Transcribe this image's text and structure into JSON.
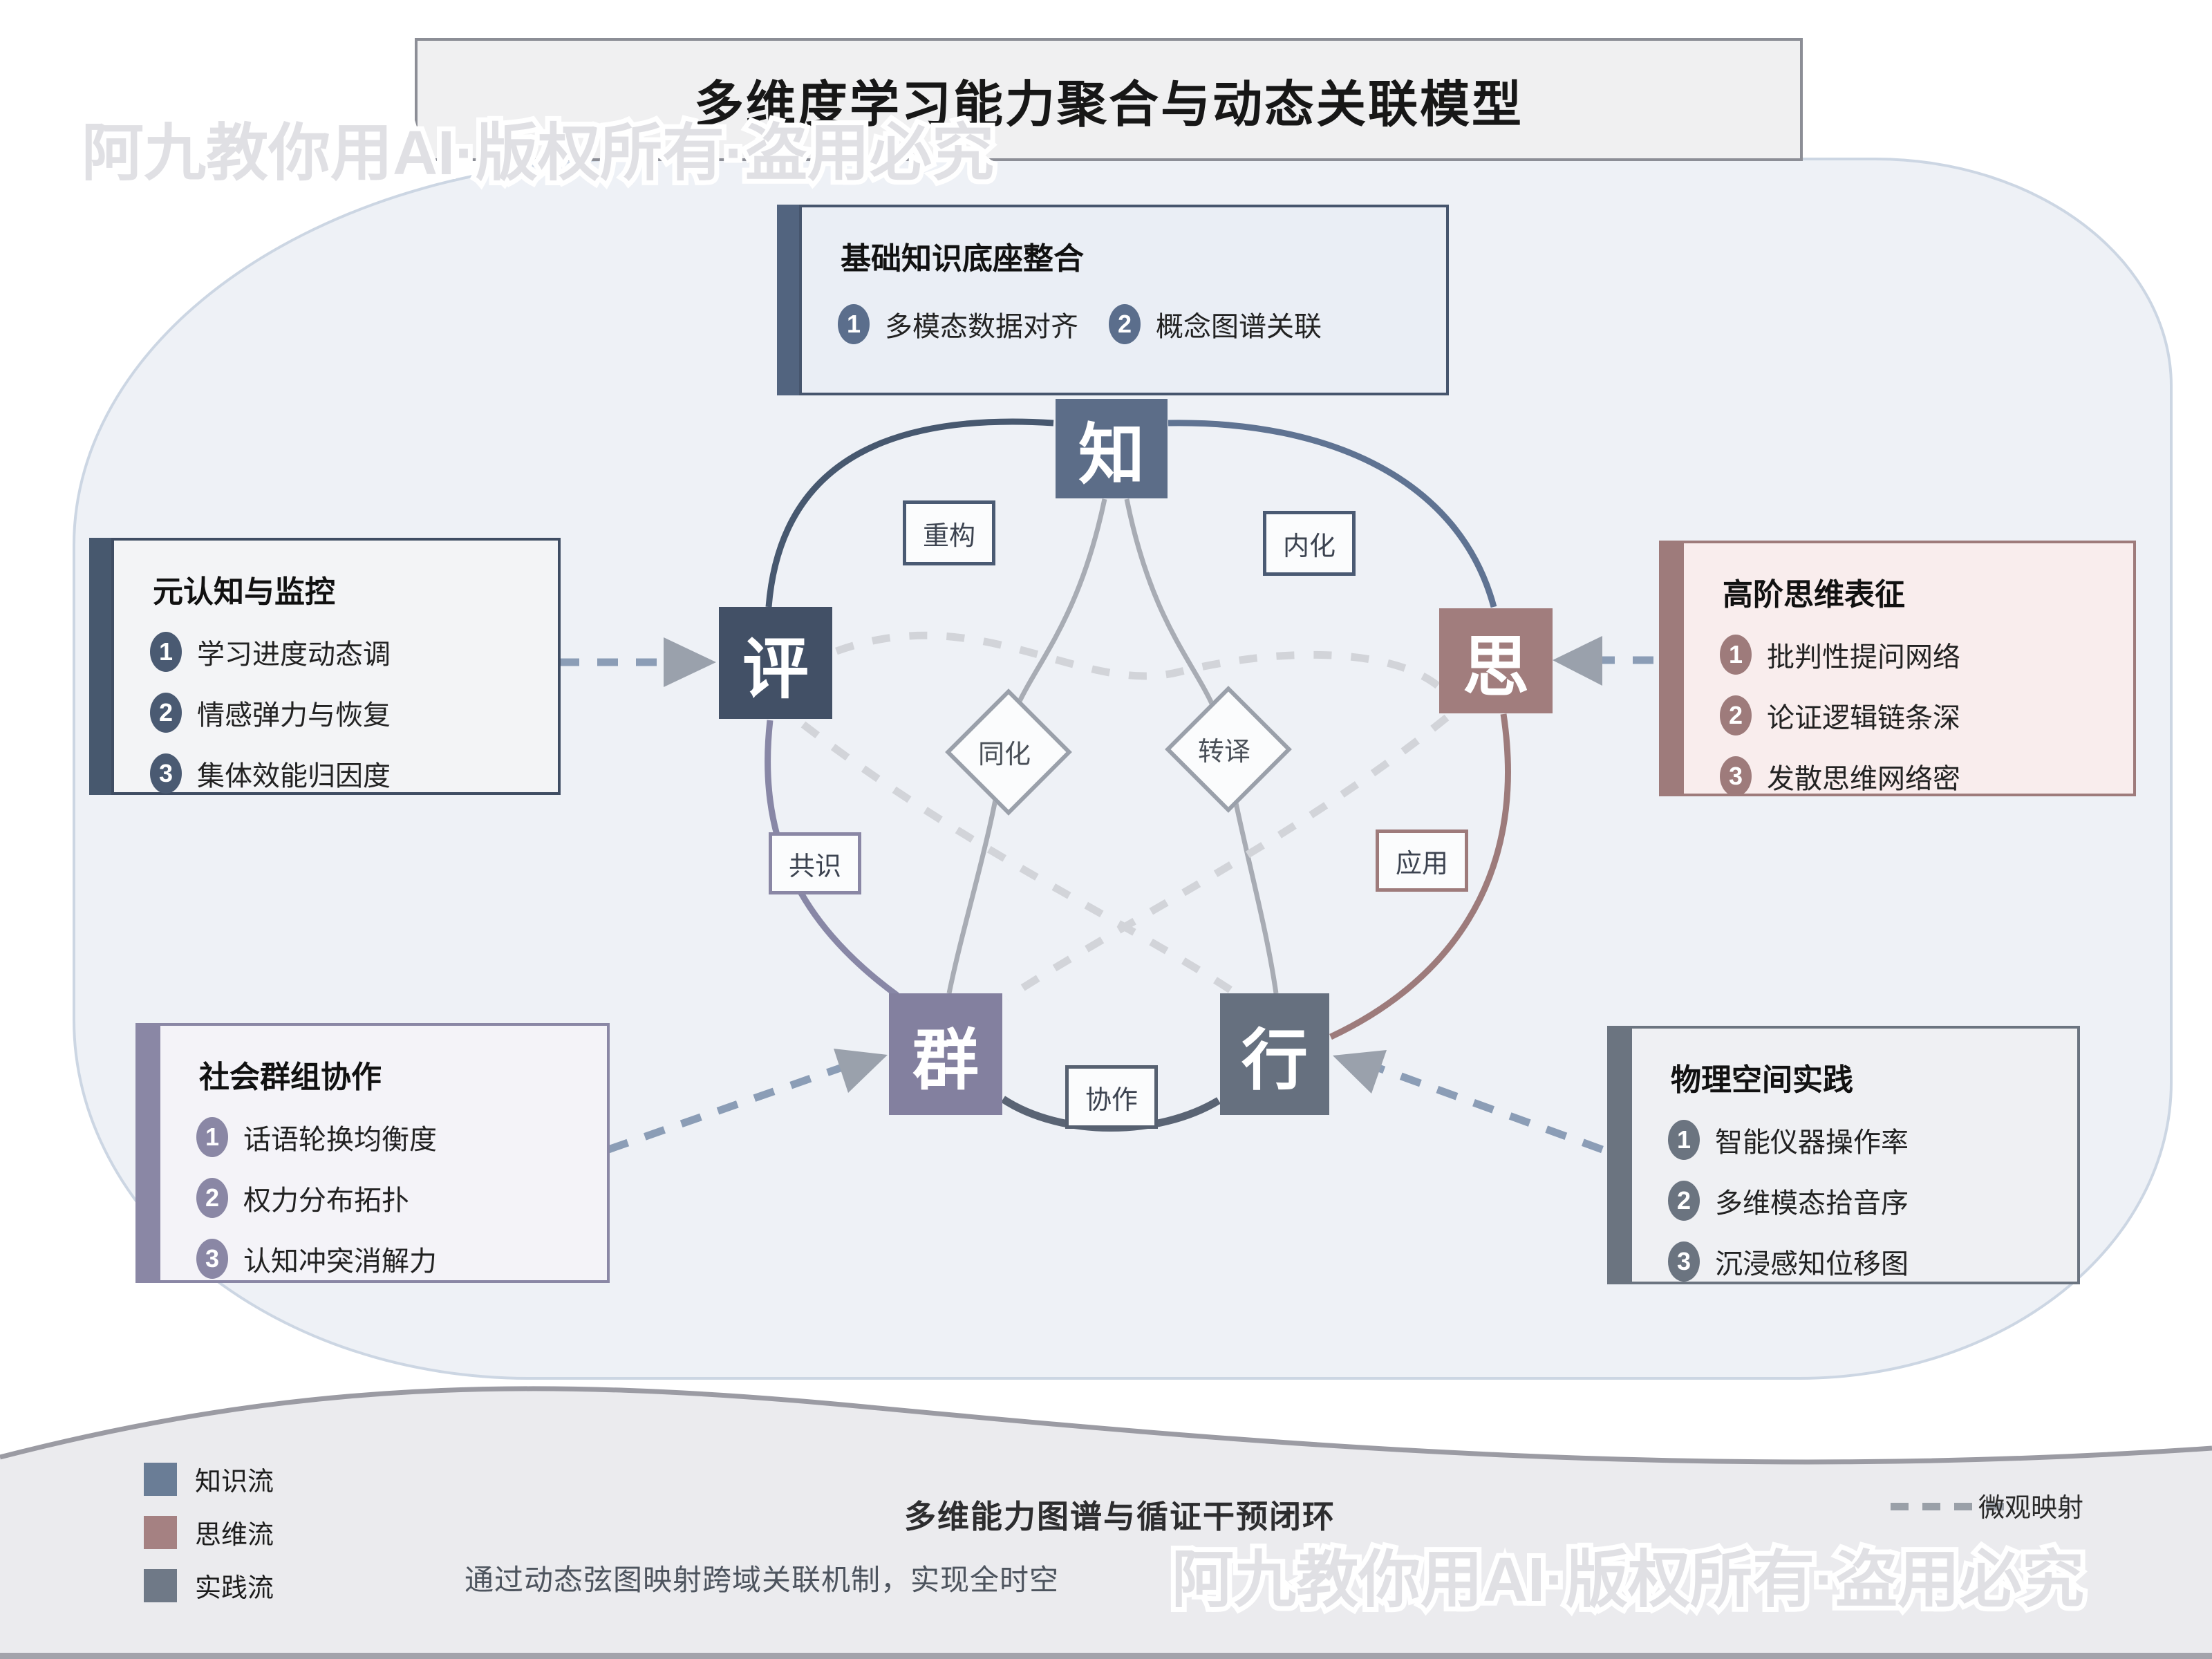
{
  "watermark": "阿九教你用AI·版权所有·盗用必究",
  "title": "多维度学习能力聚合与动态关联模型",
  "nodes": {
    "zhi": {
      "label": "知",
      "color": "#5c6d88"
    },
    "ping": {
      "label": "评",
      "color": "#425066"
    },
    "si": {
      "label": "思",
      "color": "#a17d7d"
    },
    "qun": {
      "label": "群",
      "color": "#83809f"
    },
    "xing": {
      "label": "行",
      "color": "#66707f"
    }
  },
  "edge_labels": {
    "chonggou": "重构",
    "neihua": "内化",
    "tonghua": "同化",
    "zhuanyi": "转译",
    "gongshi": "共识",
    "yingyong": "应用",
    "xiezuo": "协作"
  },
  "boxes": {
    "top": {
      "title": "基础知识底座整合",
      "accent": "#52647f",
      "items": [
        {
          "num": "1",
          "text": "多模态数据对齐"
        },
        {
          "num": "2",
          "text": "概念图谱关联"
        }
      ]
    },
    "left": {
      "title": "元认知与监控",
      "accent": "#47586e",
      "items": [
        {
          "num": "1",
          "text": "学习进度动态调"
        },
        {
          "num": "2",
          "text": "情感弹力与恢复"
        },
        {
          "num": "3",
          "text": "集体效能归因度"
        }
      ]
    },
    "right": {
      "title": "高阶思维表征",
      "accent": "#9e7b7b",
      "items": [
        {
          "num": "1",
          "text": "批判性提问网络"
        },
        {
          "num": "2",
          "text": "论证逻辑链条深"
        },
        {
          "num": "3",
          "text": "发散思维网络密"
        }
      ]
    },
    "bottom_left": {
      "title": "社会群组协作",
      "accent": "#8a87a5",
      "items": [
        {
          "num": "1",
          "text": "话语轮换均衡度"
        },
        {
          "num": "2",
          "text": "权力分布拓扑"
        },
        {
          "num": "3",
          "text": "认知冲突消解力"
        }
      ]
    },
    "bottom_right": {
      "title": "物理空间实践",
      "accent": "#6b7480",
      "items": [
        {
          "num": "1",
          "text": "智能仪器操作率"
        },
        {
          "num": "2",
          "text": "多维模态拾音序"
        },
        {
          "num": "3",
          "text": "沉浸感知位移图"
        }
      ]
    }
  },
  "legend": {
    "flows": [
      {
        "label": "知识流",
        "color": "#6a7d96"
      },
      {
        "label": "思维流",
        "color": "#a58182"
      },
      {
        "label": "实践流",
        "color": "#6f7987"
      }
    ],
    "line_label": "微观映射"
  },
  "footer": {
    "heading": "多维能力图谱与循证干预闭环",
    "description": "通过动态弦图映射跨域关联机制，实现全时空"
  }
}
